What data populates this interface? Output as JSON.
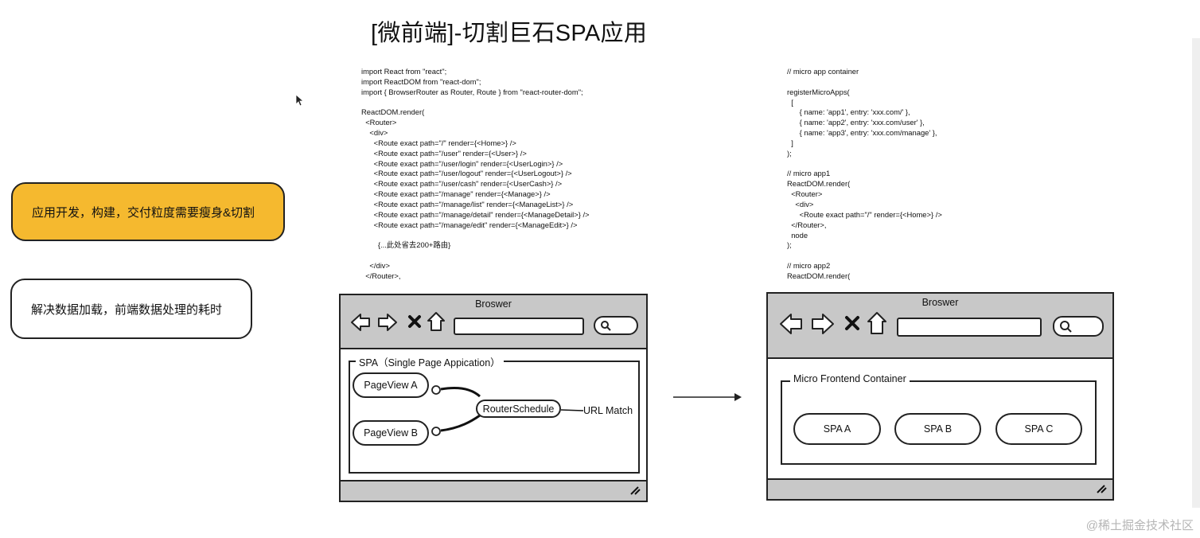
{
  "title": "[微前端]-切割巨石SPA应用",
  "notes": [
    {
      "text": "应用开发，构建，交付粒度需要瘦身&切割",
      "fill": "#f5b92f"
    },
    {
      "text": "解决数据加载，前端数据处理的耗时",
      "fill": "#ffffff"
    }
  ],
  "code_left": [
    "import React from \"react\";",
    "import ReactDOM from \"react-dom\";",
    "import { BrowserRouter as Router, Route } from \"react-router-dom\";",
    "",
    "ReactDOM.render(",
    "  <Router>",
    "    <div>",
    "      <Route exact path=\"/\" render={<Home>} />",
    "      <Route exact path=\"/user\" render={<User>} />",
    "      <Route exact path=\"/user/login\" render={<UserLogin>} />",
    "      <Route exact path=\"/user/logout\" render={<UserLogout>} />",
    "      <Route exact path=\"/user/cash\" render={<UserCash>} />",
    "      <Route exact path=\"/manage\" render={<Manage>} />",
    "      <Route exact path=\"/manage/list\" render={<ManageList>} />",
    "      <Route exact path=\"/manage/detail\" render={<ManageDetail>} />",
    "      <Route exact path=\"/manage/edit\" render={<ManageEdit>} />",
    "",
    "        {...此处省去200+路由}",
    "",
    "    </div>",
    "  </Router>,"
  ],
  "code_right": [
    "// micro app container",
    "",
    "registerMicroApps(",
    "  [",
    "      { name: 'app1', entry: 'xxx.com/' },",
    "      { name: 'app2', entry: 'xxx.com/user' },",
    "      { name: 'app3', entry: 'xxx.com/manage' },",
    "  ]",
    ");",
    "",
    "// micro app1",
    "ReactDOM.render(",
    "  <Router>",
    "    <div>",
    "      <Route exact path=\"/\" render={<Home>} />",
    "  </Router>,",
    "  node",
    ");",
    "",
    "// micro app2",
    "ReactDOM.render("
  ],
  "browser_left": {
    "title": "Broswer",
    "group_label": "SPA（Single Page Appication）",
    "nodes": [
      "PageView A",
      "PageView B",
      "RouterSchedule"
    ],
    "edge_label": "URL Match"
  },
  "browser_right": {
    "title": "Broswer",
    "group_label": "Micro Frontend Container",
    "nodes": [
      "SPA A",
      "SPA B",
      "SPA C"
    ]
  },
  "watermark": "@稀土掘金技术社区",
  "colors": {
    "highlight": "#f5b92f",
    "chrome": "#c8c8c8",
    "stroke": "#222222"
  }
}
